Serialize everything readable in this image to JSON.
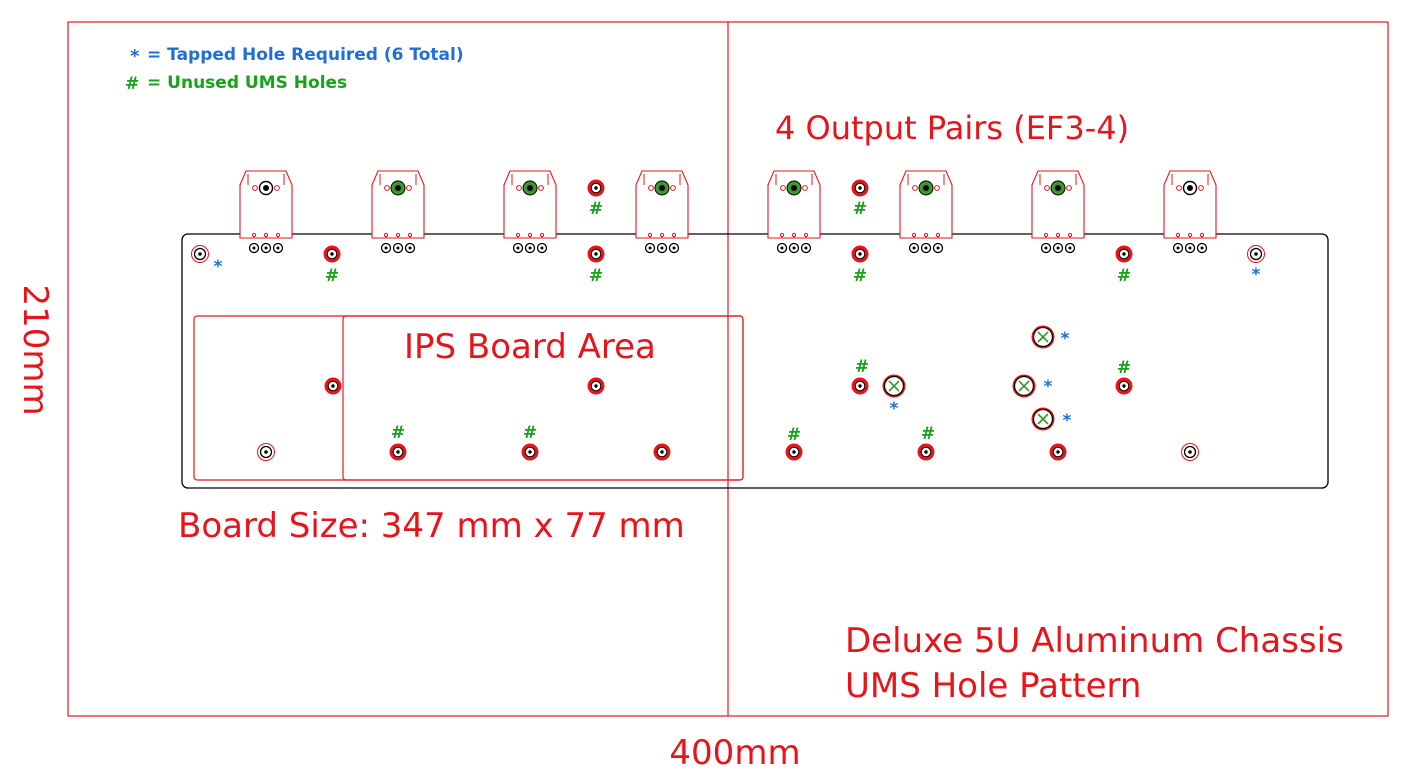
{
  "legend": {
    "tapped_symbol": "*",
    "tapped_text": "= Tapped Hole Required (6 Total)",
    "unused_symbol": "#",
    "unused_text": "= Unused UMS Holes"
  },
  "labels": {
    "output_pairs": "4 Output Pairs (EF3-4)",
    "ips_area": "IPS Board Area",
    "board_size": "Board Size: 347 mm x 77 mm",
    "chassis_line1": "Deluxe 5U Aluminum Chassis",
    "chassis_line2": "UMS Hole Pattern",
    "height_dim": "210mm",
    "width_dim": "400mm"
  },
  "colors": {
    "outline_red": "#e8141a",
    "hole_red": "#e8141a",
    "board_black": "#000000",
    "green_pad": "#3a9a2a",
    "tapped_blue": "#1f6fd6",
    "unused_green": "#16a31a"
  }
}
